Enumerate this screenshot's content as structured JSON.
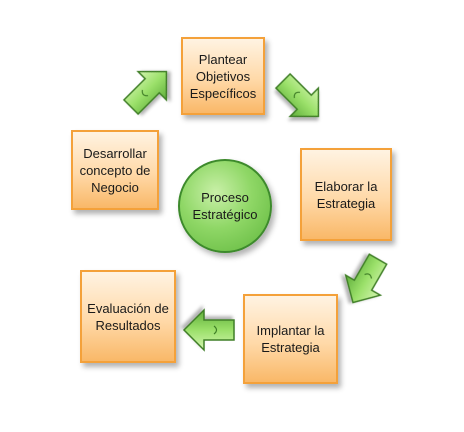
{
  "diagram": {
    "center": {
      "label": "Proceso\nEstratégico"
    },
    "steps": [
      {
        "id": "plantear",
        "label": "Plantear\nObjetivos\nEspecíficos"
      },
      {
        "id": "elaborar",
        "label": "Elaborar la\nEstrategia"
      },
      {
        "id": "implantar",
        "label": "Implantar la\nEstrategia"
      },
      {
        "id": "evaluacion",
        "label": "Evaluación de\nResultados"
      },
      {
        "id": "desarrollar",
        "label": "Desarrollar\nconcepto de\nNegocio"
      }
    ],
    "colors": {
      "box_border": "#f4a13a",
      "box_fill": "#ffd9a8",
      "arrow_fill": "#8fd45f",
      "arrow_border": "#3f7f28",
      "circle_fill": "#8fd766"
    }
  }
}
